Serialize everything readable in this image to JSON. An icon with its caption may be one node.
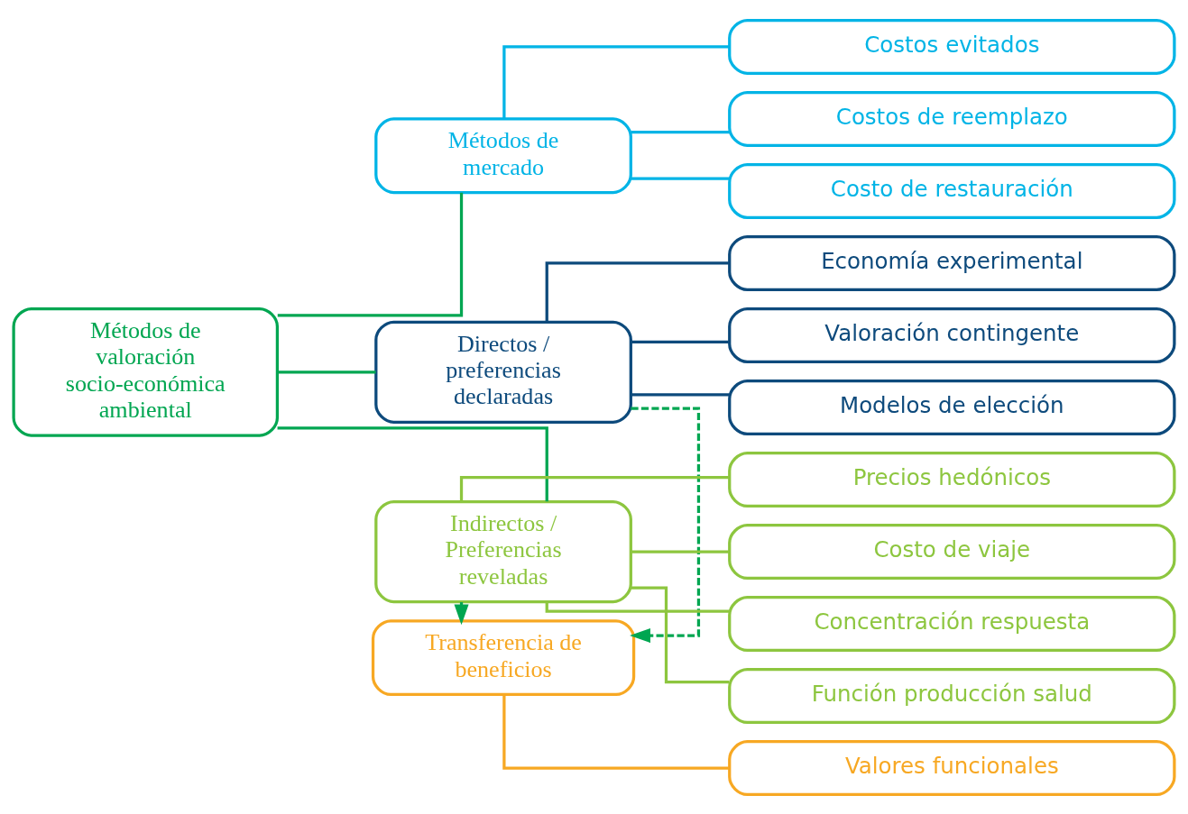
{
  "diagram": {
    "nodes": [
      {
        "text": [
          "Métodos de valoración socio-económica ambiental"
        ]
      },
      {
        "text": [
          "Métodos de mercado"
        ]
      },
      {
        "text": [
          "Costos evitados"
        ]
      },
      {
        "text": [
          "Costos de reemplazo"
        ]
      },
      {
        "text": [
          "Costo de restauración"
        ]
      },
      {
        "text": [
          "Directos / preferencias declaradas"
        ]
      },
      {
        "text": [
          "Economía experimental"
        ]
      },
      {
        "text": [
          "Valoración contingente"
        ]
      },
      {
        "text": [
          "Modelos de elección"
        ]
      },
      {
        "text": [
          "Transferencia de beneficios"
        ]
      },
      {
        "text": [
          "Valores funcionales"
        ]
      },
      {
        "text": [
          "Indirectos / Preferencias reveladas"
        ]
      },
      {
        "text": [
          "Precios hedónicos"
        ]
      },
      {
        "text": [
          "Costo de viaje"
        ]
      },
      {
        "text": [
          "Concentración respuesta"
        ]
      },
      {
        "text": [
          "Función producción salud"
        ]
      }
    ],
    "edges": [
      {
        "from": 0,
        "to": 1,
        "arrow": "none",
        "color": "#00a651"
      },
      {
        "from": 0,
        "to": 5,
        "arrow": "none",
        "color": "#00a651"
      },
      {
        "from": 0,
        "to": 11,
        "arrow": "none",
        "color": "#00a651"
      },
      {
        "from": 1,
        "to": 2,
        "arrow": "none",
        "color": "#00b4e6"
      },
      {
        "from": 1,
        "to": 3,
        "arrow": "none",
        "color": "#00b4e6"
      },
      {
        "from": 1,
        "to": 4,
        "arrow": "none",
        "color": "#00b4e6"
      },
      {
        "from": 5,
        "to": 6,
        "arrow": "none",
        "color": "#0d4a7c"
      },
      {
        "from": 5,
        "to": 7,
        "arrow": "none",
        "color": "#0d4a7c"
      },
      {
        "from": 5,
        "to": 8,
        "arrow": "none",
        "color": "#0d4a7c"
      },
      {
        "from": 5,
        "to": 9,
        "arrow": "to",
        "style": "dashed",
        "color": "#00a651"
      },
      {
        "from": 11,
        "to": 9,
        "arrow": "to",
        "style": "dashed",
        "color": "#00a651"
      },
      {
        "from": 9,
        "to": 10,
        "arrow": "none",
        "color": "#f7a823"
      },
      {
        "from": 11,
        "to": 12,
        "arrow": "none",
        "color": "#8dc63f"
      },
      {
        "from": 11,
        "to": 13,
        "arrow": "none",
        "color": "#8dc63f"
      },
      {
        "from": 11,
        "to": 14,
        "arrow": "none",
        "color": "#8dc63f"
      },
      {
        "from": 11,
        "to": 15,
        "arrow": "none",
        "color": "#8dc63f"
      }
    ]
  }
}
